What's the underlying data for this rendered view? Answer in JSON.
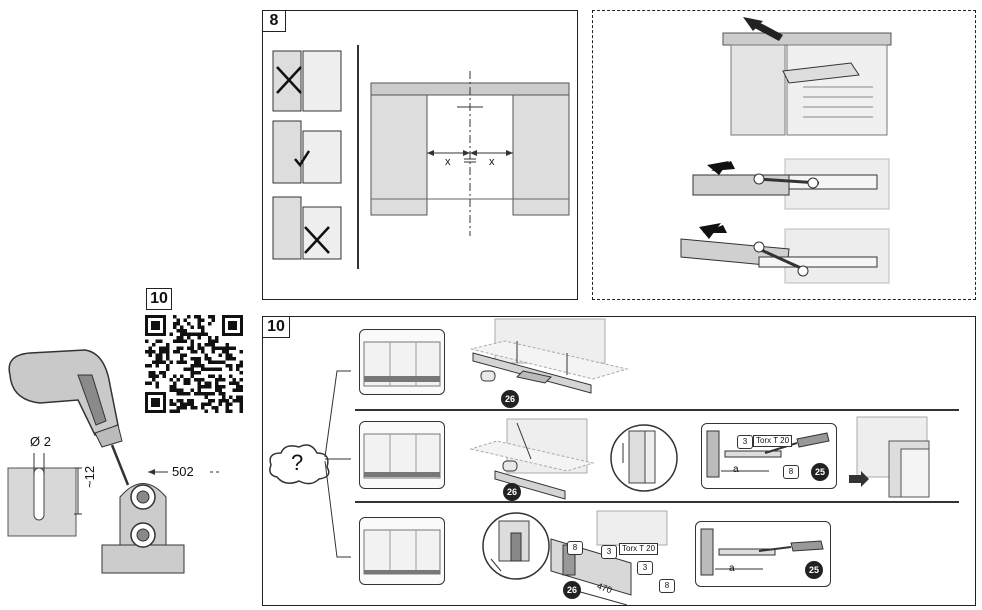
{
  "qr_step": {
    "number": "10"
  },
  "drill": {
    "diameter_label": "Ø 2",
    "depth_label": "~12",
    "distance_label": "502"
  },
  "step8": {
    "number": "8",
    "x_left": "x",
    "x_right": "x"
  },
  "step10": {
    "number": "10",
    "question": "?",
    "row1": {
      "badge": "26"
    },
    "row2": {
      "badge_part": "26",
      "torx": "Torx T 20",
      "hex_size_a": "3",
      "hex_size_b": "8",
      "dim": "a",
      "badge_screw": "25"
    },
    "row3": {
      "badge_part": "26",
      "torx": "Torx T 20",
      "hex_size_a": "3",
      "hex_size_b": "8",
      "hex_size_c": "3",
      "hex_size_d": "8",
      "dim_470": "470",
      "dim": "a",
      "badge_screw": "25"
    }
  }
}
